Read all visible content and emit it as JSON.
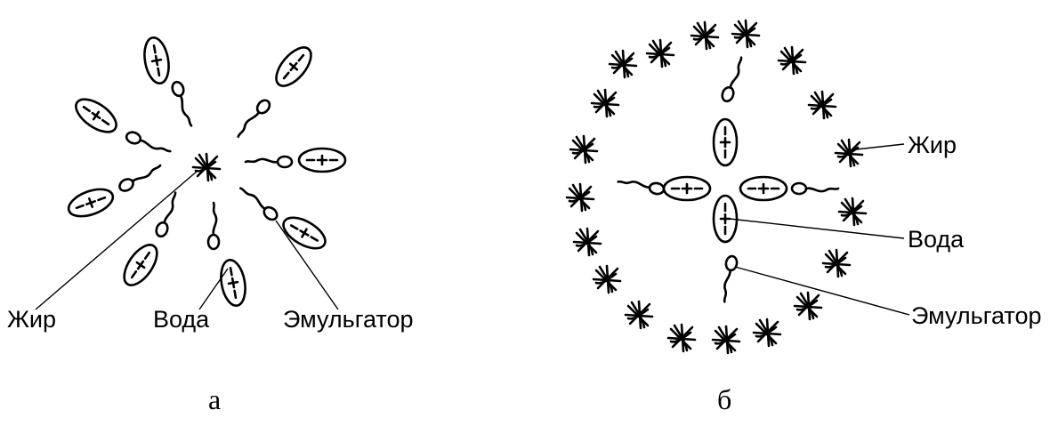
{
  "diagrams": [
    {
      "caption": "а",
      "labels": {
        "fat": "Жир",
        "water": "Вода",
        "emulsifier": "Эмульгатор"
      }
    },
    {
      "caption": "б",
      "labels": {
        "fat": "Жир",
        "water": "Вода",
        "emulsifier": "Эмульгатор"
      }
    }
  ],
  "symbols": {
    "plus": "+",
    "minus": "−"
  }
}
